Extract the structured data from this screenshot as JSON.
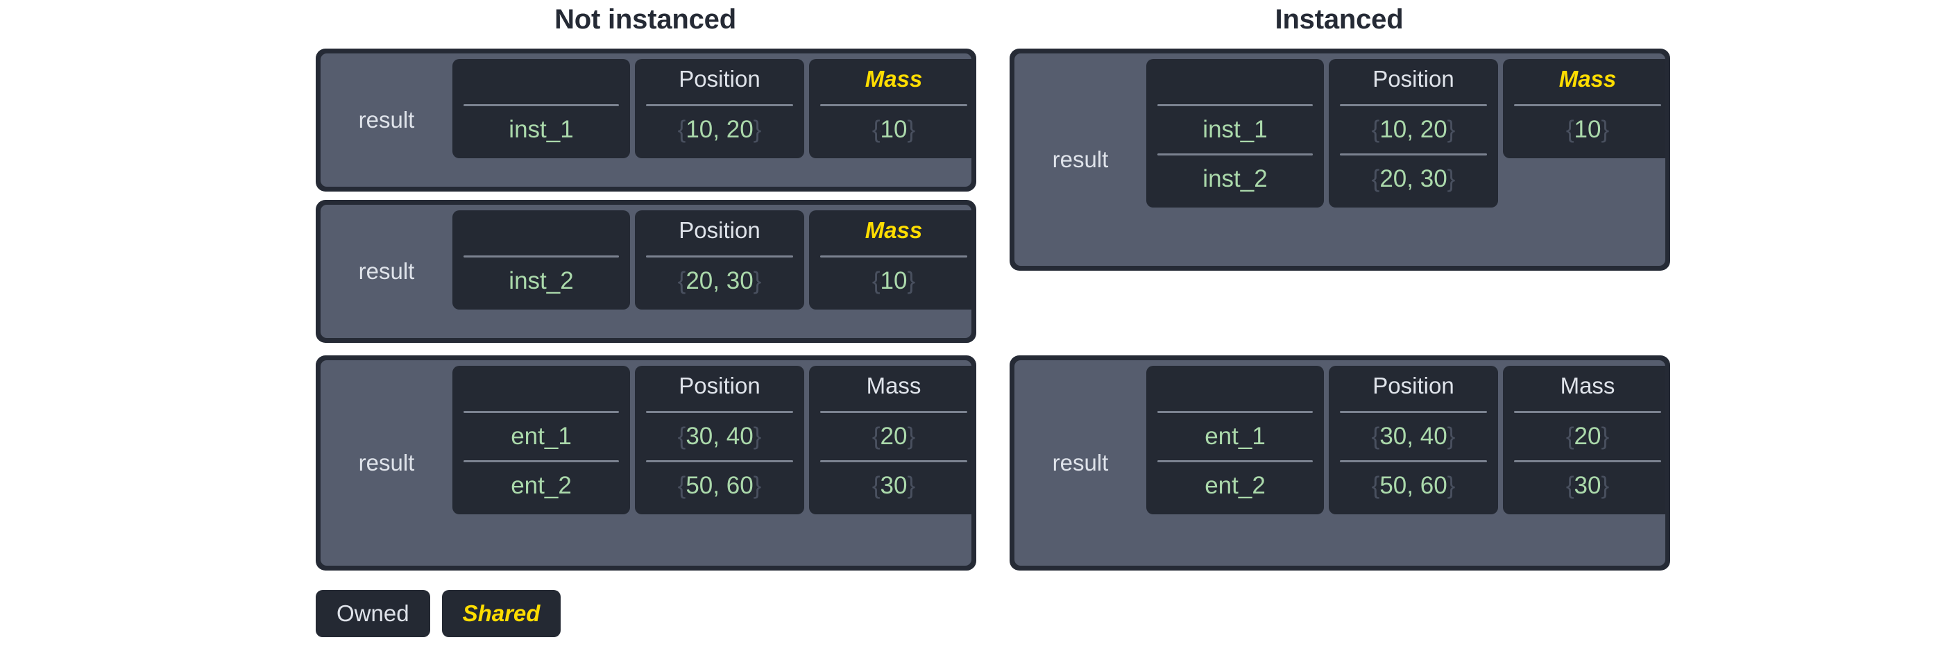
{
  "columns": [
    {
      "title": "Not instanced"
    },
    {
      "title": "Instanced"
    }
  ],
  "legend": {
    "owned_label": "Owned",
    "shared_label": "Shared"
  },
  "colors": {
    "background": "#ffffff",
    "title_text": "#252a35",
    "frame_border": "#252a35",
    "panel": "#565d6e",
    "cell_panel": "#242933",
    "header_text": "#dfe3ea",
    "shared_text": "#ffdd00",
    "value_text": "#abd9ab",
    "brace_text": "#49505f",
    "rule": "#7b8290"
  },
  "tables": {
    "not_instanced_1": {
      "result_label": "result",
      "headers": {
        "name": "",
        "position": "Position",
        "mass": "Mass"
      },
      "mass_shared": true,
      "rows": [
        {
          "name": "inst_1",
          "position": "{10, 20}",
          "mass": "{10}"
        }
      ]
    },
    "not_instanced_2": {
      "result_label": "result",
      "headers": {
        "name": "",
        "position": "Position",
        "mass": "Mass"
      },
      "mass_shared": true,
      "rows": [
        {
          "name": "inst_2",
          "position": "{20, 30}",
          "mass": "{10}"
        }
      ]
    },
    "not_instanced_3": {
      "result_label": "result",
      "headers": {
        "name": "",
        "position": "Position",
        "mass": "Mass"
      },
      "mass_shared": false,
      "rows": [
        {
          "name": "ent_1",
          "position": "{30, 40}",
          "mass": "{20}"
        },
        {
          "name": "ent_2",
          "position": "{50, 60}",
          "mass": "{30}"
        }
      ]
    },
    "instanced_1": {
      "result_label": "result",
      "headers": {
        "name": "",
        "position": "Position",
        "mass": "Mass"
      },
      "mass_shared": true,
      "rows": [
        {
          "name": "inst_1",
          "position": "{10, 20}",
          "mass": "{10}"
        },
        {
          "name": "inst_2",
          "position": "{20, 30}",
          "mass": null
        }
      ]
    },
    "instanced_2": {
      "result_label": "result",
      "headers": {
        "name": "",
        "position": "Position",
        "mass": "Mass"
      },
      "mass_shared": false,
      "rows": [
        {
          "name": "ent_1",
          "position": "{30, 40}",
          "mass": "{20}"
        },
        {
          "name": "ent_2",
          "position": "{50, 60}",
          "mass": "{30}"
        }
      ]
    }
  }
}
